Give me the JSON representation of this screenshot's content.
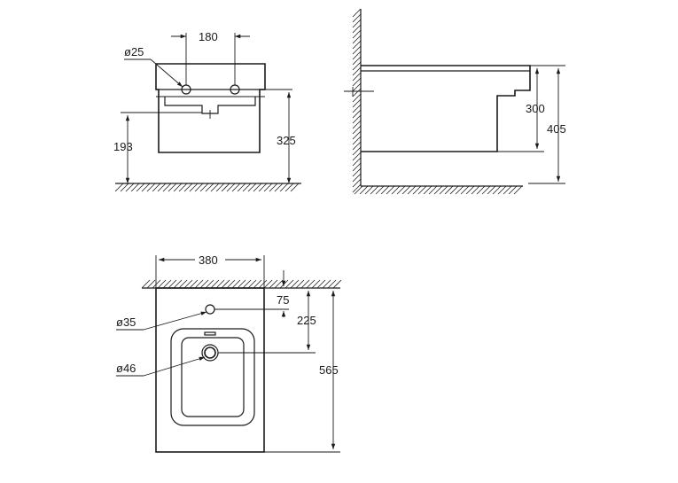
{
  "labels": {
    "front_hole_spacing": "180",
    "front_hole_diameter": "ø25",
    "front_inlet_height": "193",
    "front_hole_height": "325",
    "side_height_inner": "300",
    "side_height_total": "405",
    "top_width": "380",
    "top_hole_offset": "75",
    "top_outlet_offset": "225",
    "top_depth": "565",
    "top_hole_diameter": "ø35",
    "top_outlet_diameter": "ø46"
  }
}
